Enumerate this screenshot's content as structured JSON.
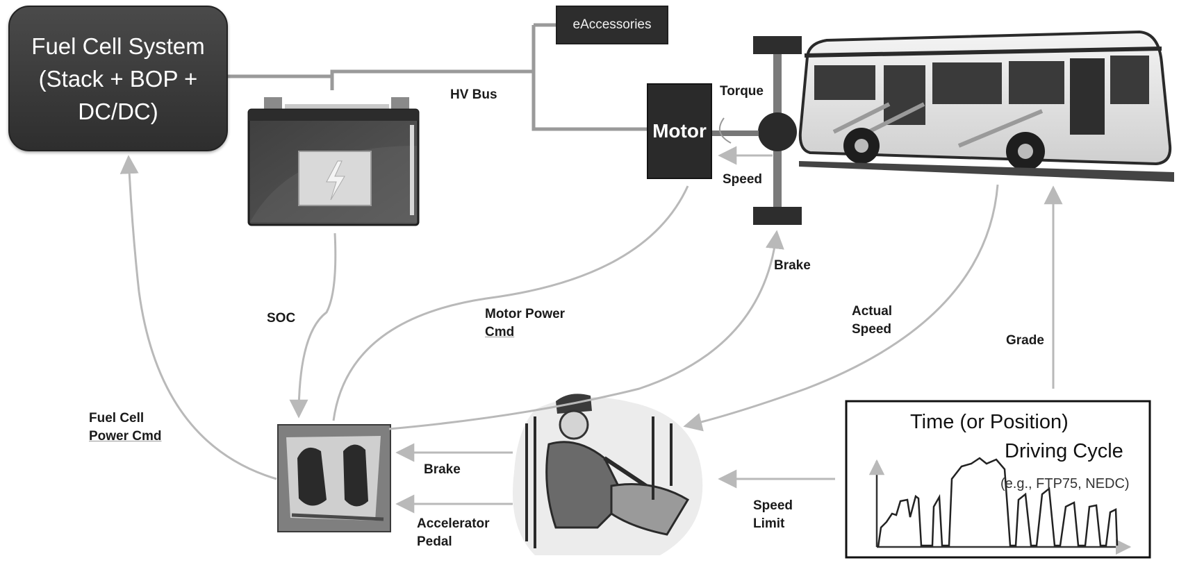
{
  "fuel_cell": {
    "line1": "Fuel Cell System",
    "line2": "(Stack + BOP +",
    "line3": "DC/DC)"
  },
  "accessories": {
    "label": "eAccessories"
  },
  "motor": {
    "label": "Motor"
  },
  "cycle": {
    "title": "Time (or Position)",
    "subtitle": "Driving Cycle",
    "example": "(e.g., FTP75, NEDC)"
  },
  "labels": {
    "hv_bus": "HV Bus",
    "torque": "Torque",
    "speed": "Speed",
    "brake_top": "Brake",
    "soc": "SOC",
    "motor_cmd_1": "Motor Power",
    "motor_cmd_2": "Cmd",
    "actual_speed_1": "Actual",
    "actual_speed_2": "Speed",
    "grade": "Grade",
    "fc_cmd_1": "Fuel Cell",
    "fc_cmd_2": "Power Cmd",
    "brake_bottom": "Brake",
    "accel_1": "Accelerator",
    "accel_2": "Pedal",
    "speed_limit_1": "Speed",
    "speed_limit_2": "Limit"
  }
}
